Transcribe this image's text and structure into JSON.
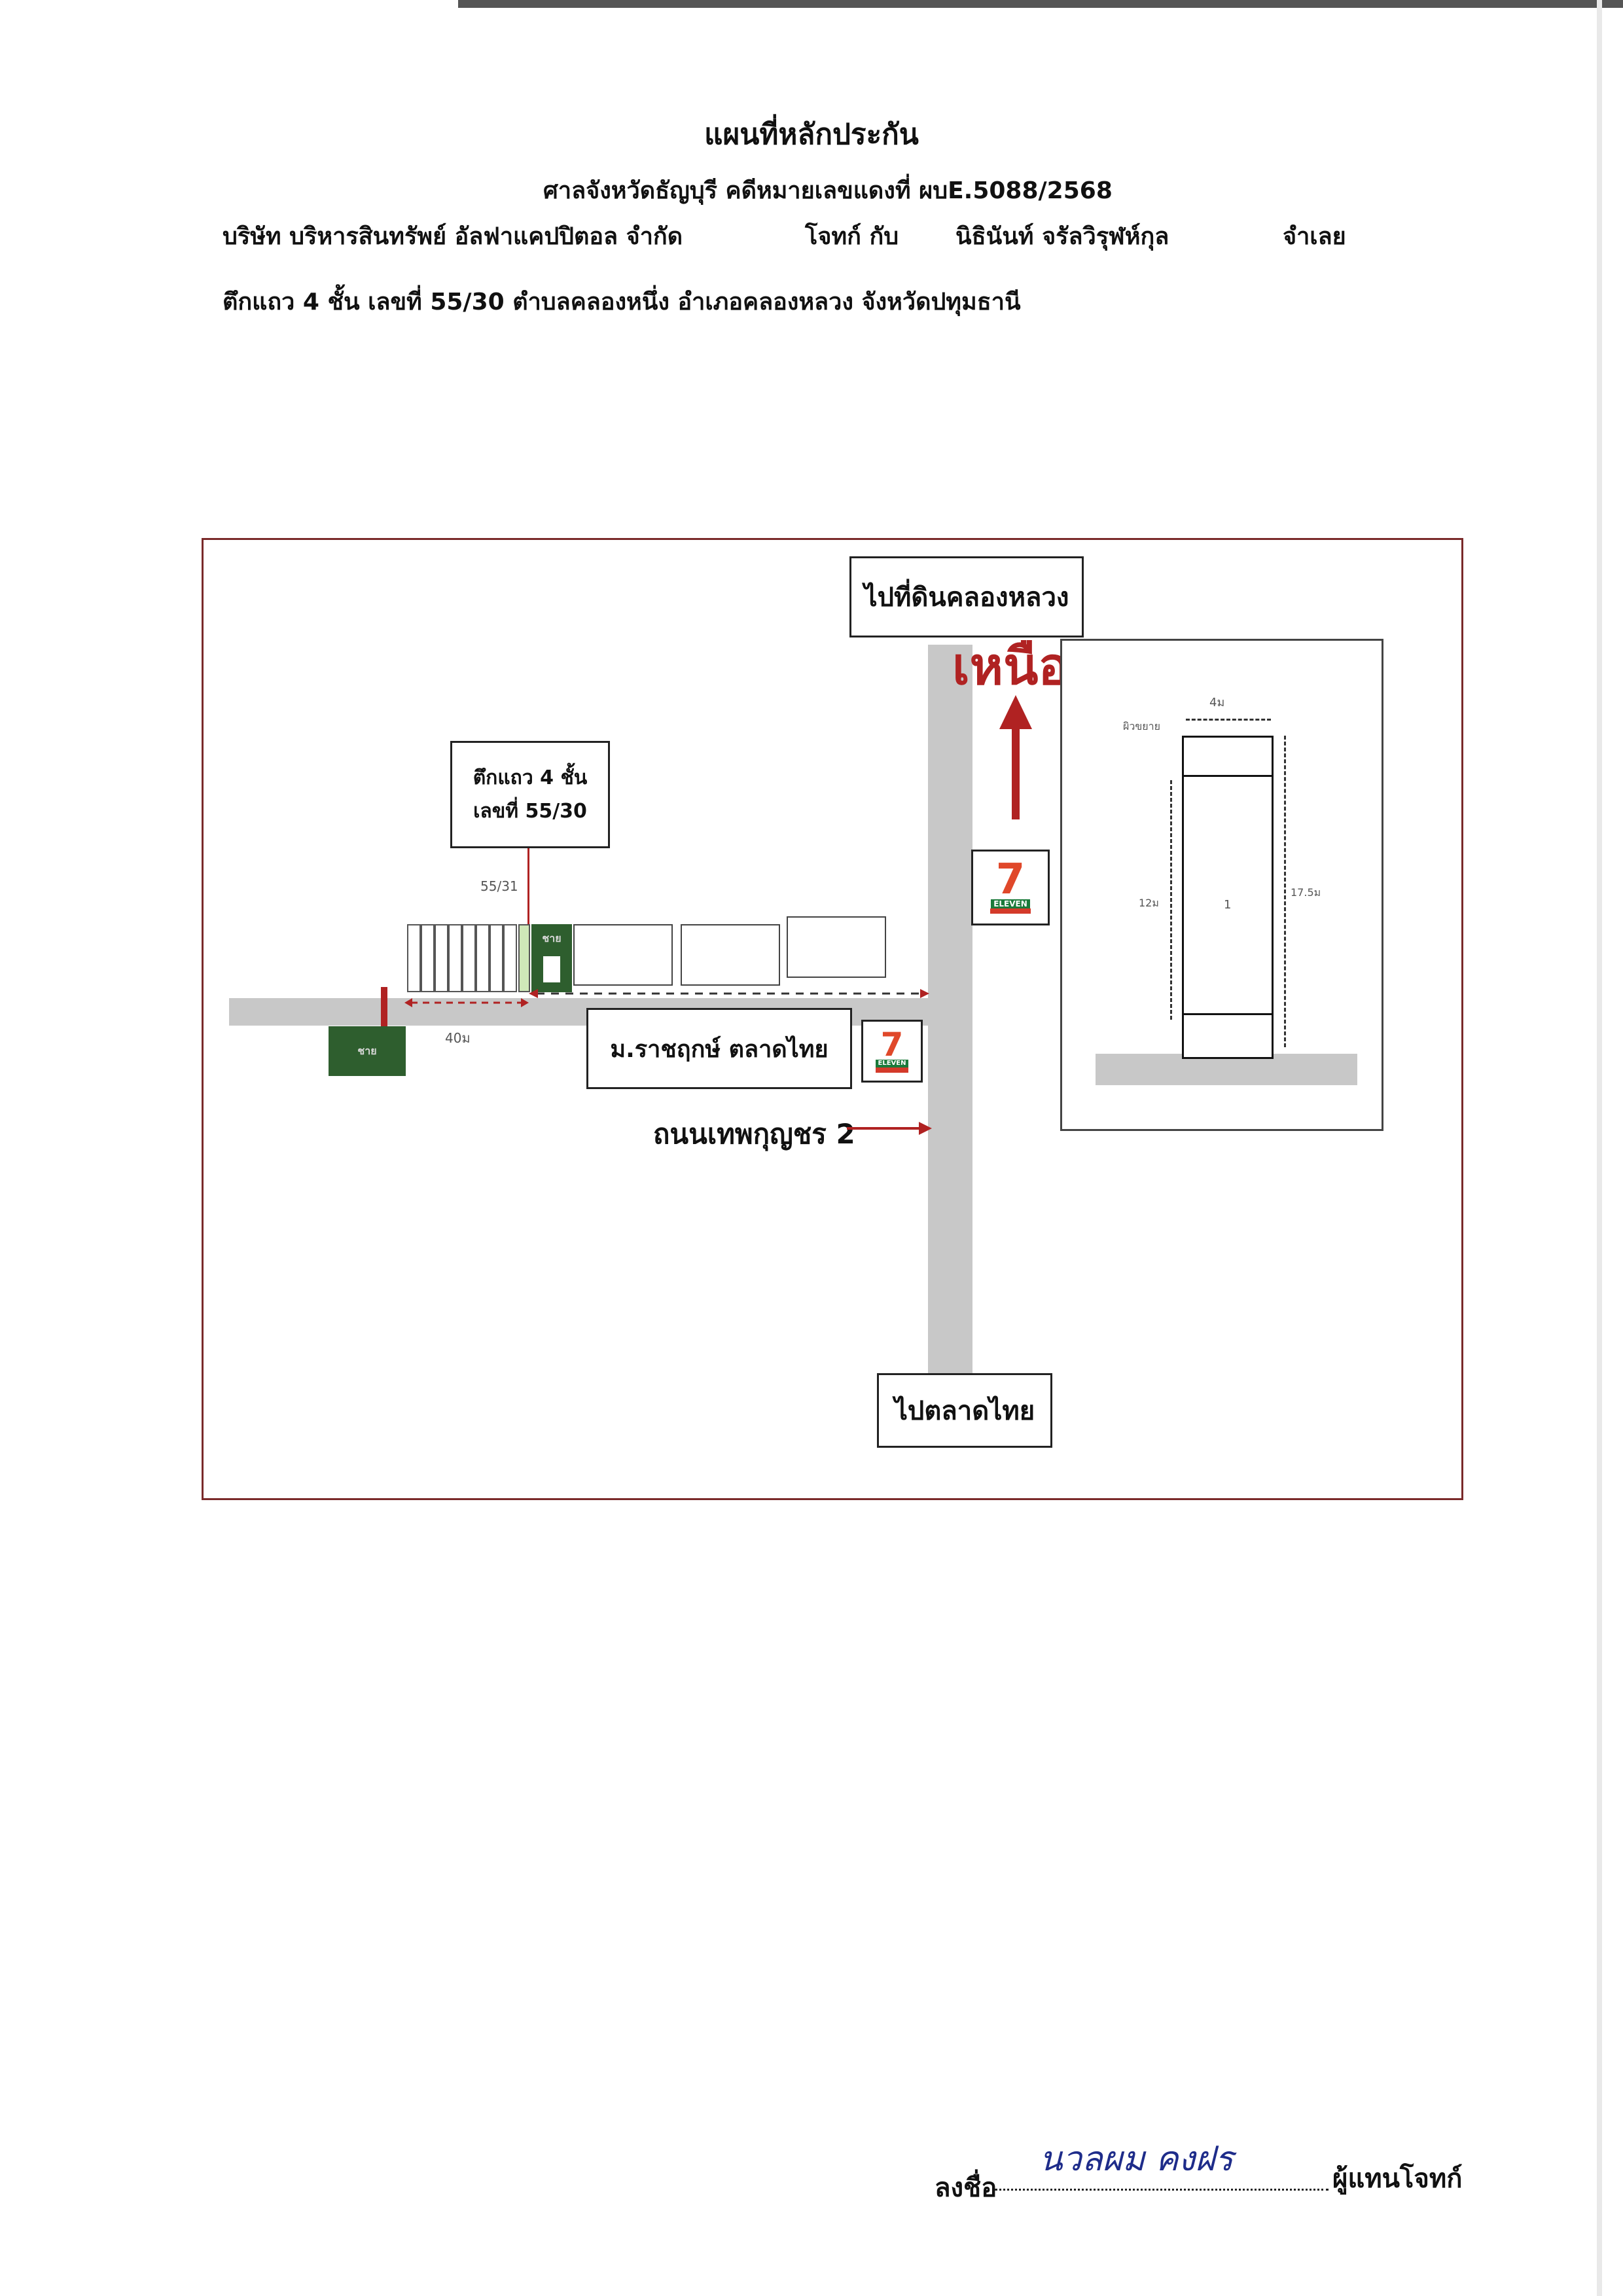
{
  "document": {
    "title": "แผนที่หลักประกัน",
    "court_line": "ศาลจังหวัดธัญบุรี   คดีหมายเลขแดงที่ ผบE.5088/2568",
    "plaintiff": "บริษัท บริหารสินทรัพย์ อัลฟาแคปปิตอล จำกัด",
    "plaintiff_role": "โจทก์    กับ",
    "defendant": "นิธินันท์  จรัลวิรุฬห์กุล",
    "defendant_role": "จำเลย",
    "property_line": "ตึกแถว  4  ชั้น เลขที่  55/30  ตำบลคลองหนึ่ง  อำเภอคลองหลวง  จังหวัดปทุมธานี"
  },
  "map": {
    "to_north_label": "ไปที่ดินคลองหลวง",
    "to_south_label": "ไปตลาดไทย",
    "north_label": "เหนือ",
    "building_callout_line1": "ตึกแถว 4 ชั้น",
    "building_callout_line2": "เลขที่ 55/30",
    "neighbor_number": "55/31",
    "distance_label": "40ม",
    "village_label": "ม.ราชฤกษ์ ตลาดไทย",
    "road_label": "ถนนเทพกุญชร 2",
    "store_logo_number": "7",
    "store_logo_text": "ELEVEN",
    "green_small_label": "ชาย",
    "green_tag_label": "ชาย"
  },
  "plan": {
    "width_label": "4ม",
    "front_label": "ผิวขยาย",
    "depth_left_label": "12ม",
    "depth_right_label": "17.5ม",
    "unit_label": "1"
  },
  "signature": {
    "label": "ลงชื่อ",
    "handwritten": "นวลผม คงฝร",
    "role": "ผู้แทนโจทก์"
  }
}
